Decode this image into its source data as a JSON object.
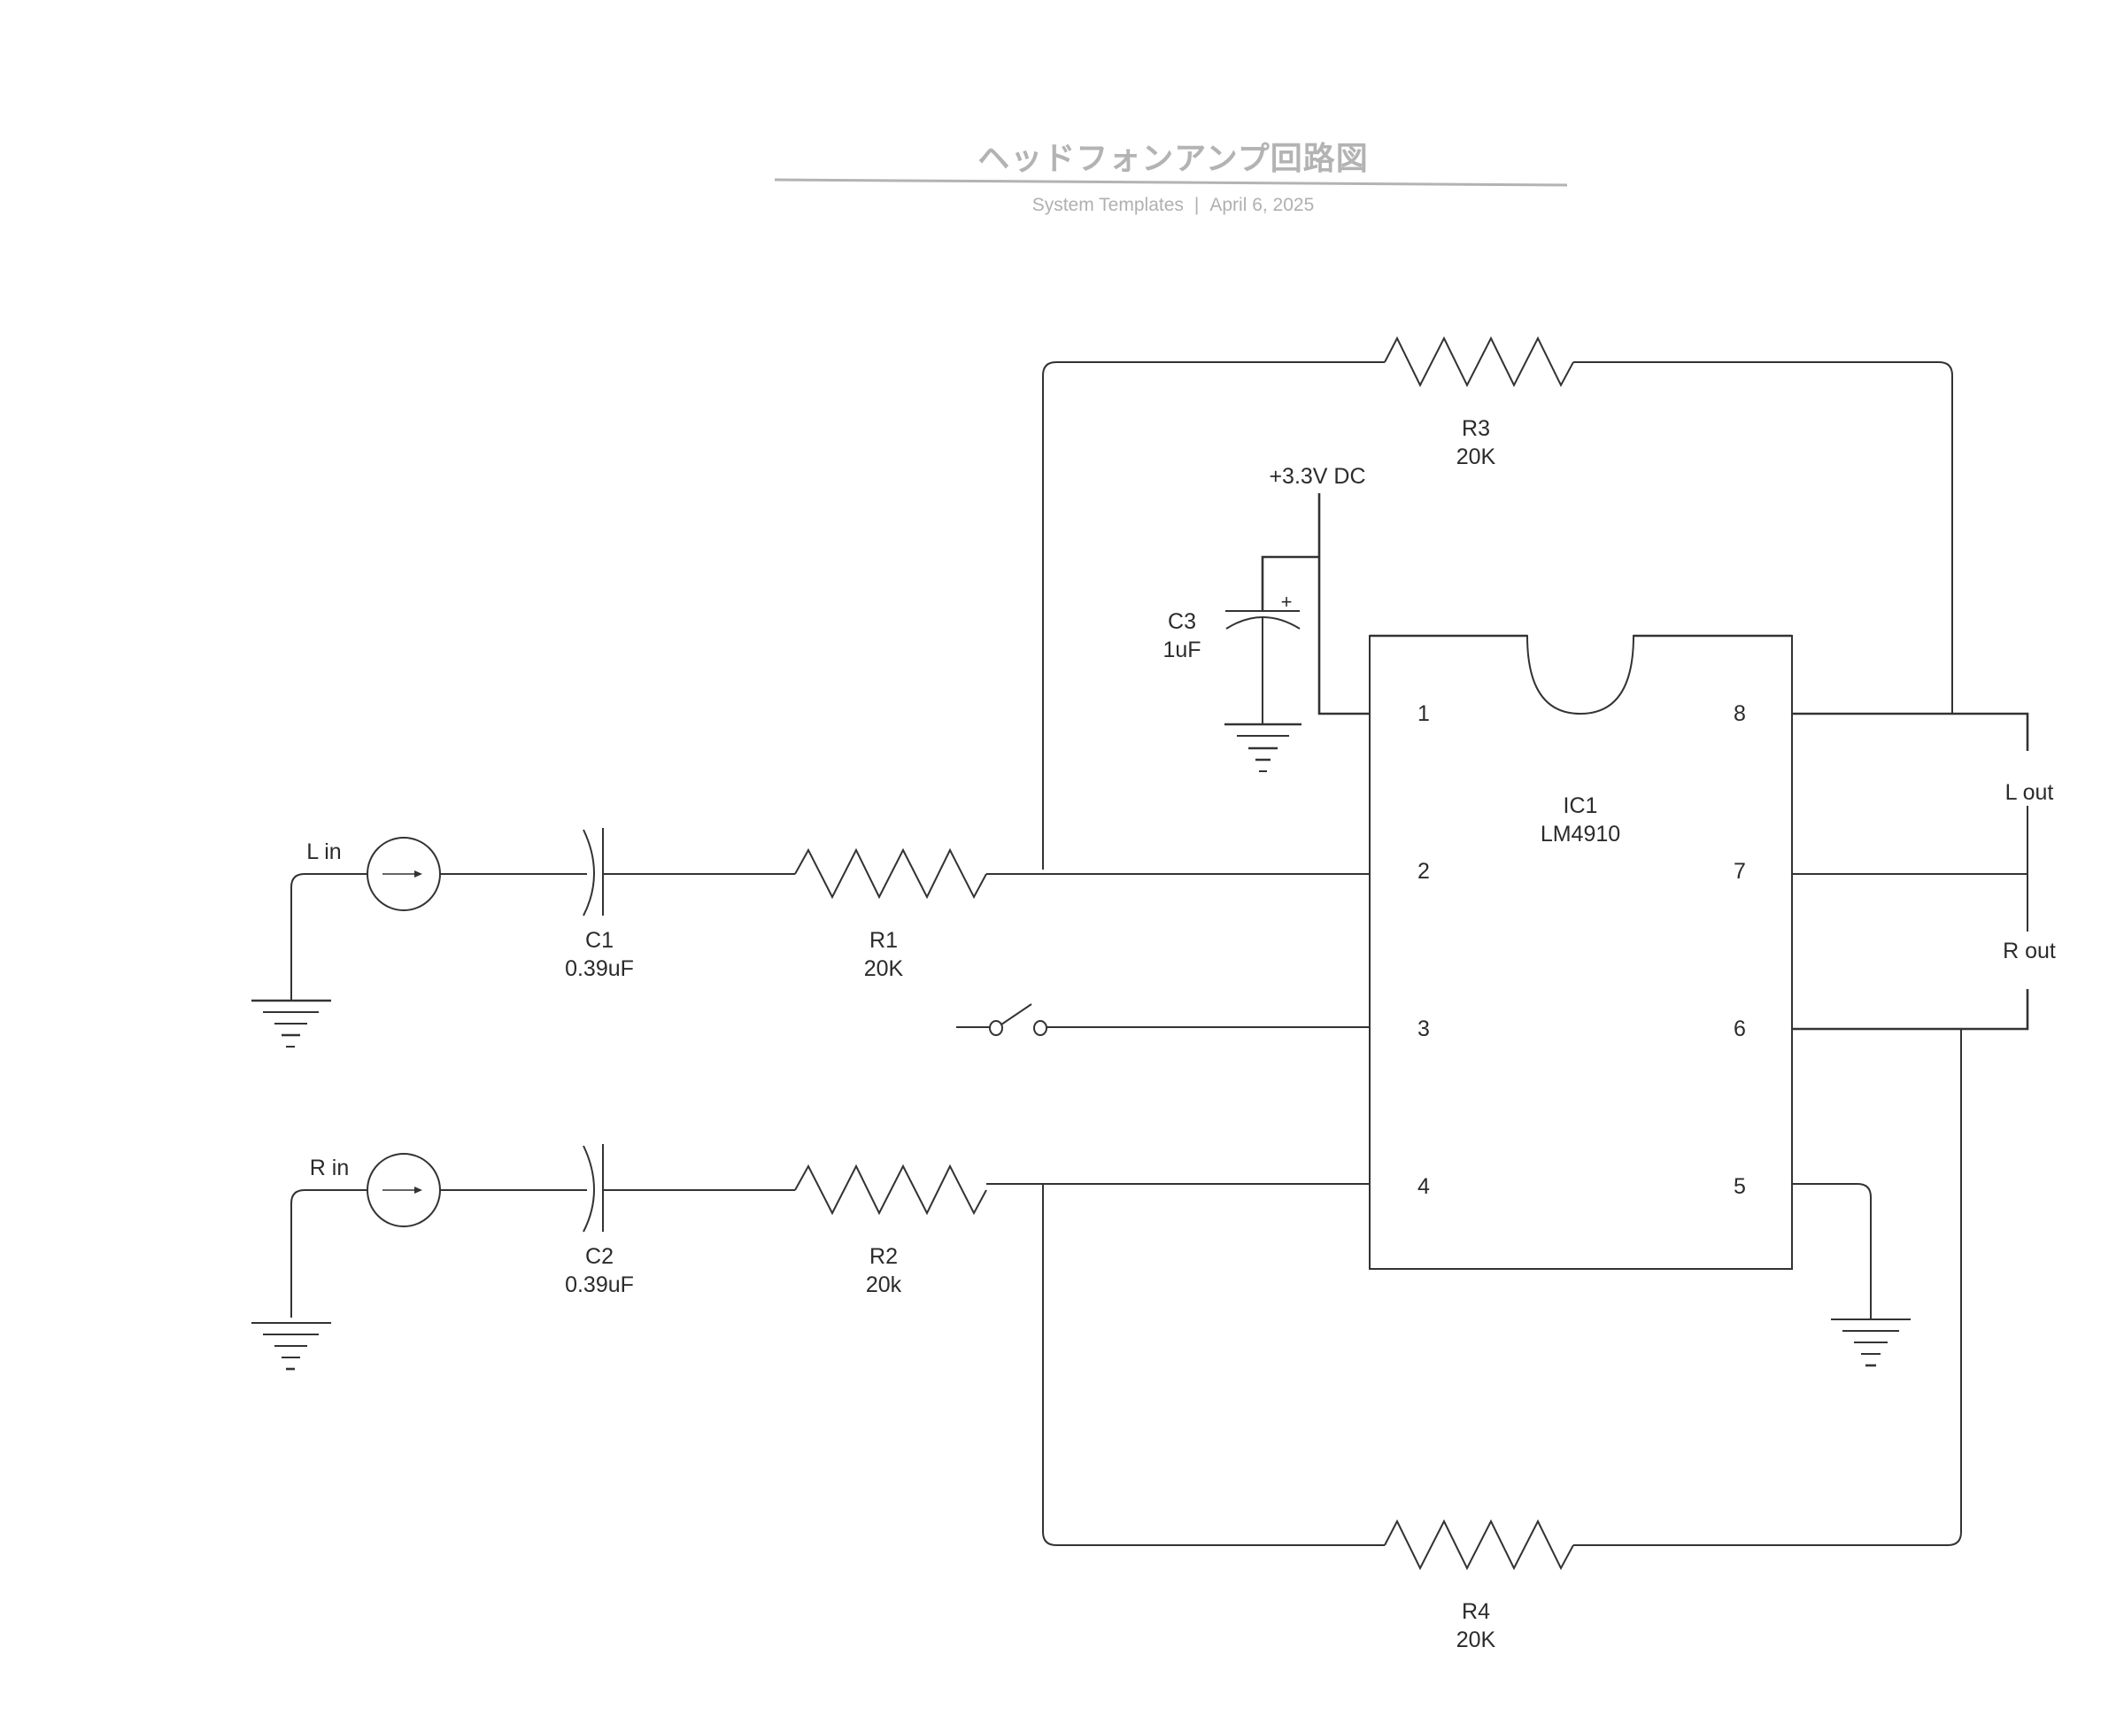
{
  "header": {
    "title": "ヘッドフォンアンプ回路図",
    "author": "System Templates",
    "separator": "|",
    "date": "April 6, 2025"
  },
  "colors": {
    "wire": "#333333",
    "header_text": "#b3b3b3",
    "background": "#ffffff"
  },
  "inputs": {
    "left": {
      "label": "L in",
      "icon": "ac-source-icon"
    },
    "right": {
      "label": "R in",
      "icon": "ac-source-icon"
    }
  },
  "components": {
    "C1": {
      "ref": "C1",
      "value": "0.39uF"
    },
    "C2": {
      "ref": "C2",
      "value": "0.39uF"
    },
    "C3": {
      "ref": "C3",
      "value": "1uF",
      "polarity": "+"
    },
    "R1": {
      "ref": "R1",
      "value": "20K"
    },
    "R2": {
      "ref": "R2",
      "value": "20k"
    },
    "R3": {
      "ref": "R3",
      "value": "20K"
    },
    "R4": {
      "ref": "R4",
      "value": "20K"
    }
  },
  "power": {
    "label": "+3.3V DC"
  },
  "ic": {
    "ref": "IC1",
    "part": "LM4910",
    "pins_left": [
      "1",
      "2",
      "3",
      "4"
    ],
    "pins_right": [
      "8",
      "7",
      "6",
      "5"
    ]
  },
  "outputs": {
    "left": {
      "label": "L out"
    },
    "right": {
      "label": "R out"
    }
  },
  "switch": {
    "icon": "switch-icon",
    "state": "open"
  }
}
